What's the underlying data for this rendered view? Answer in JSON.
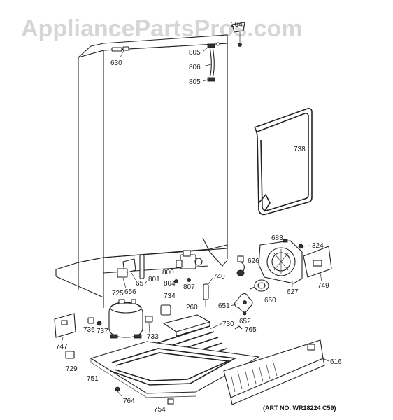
{
  "watermark": "AppliancePartsPros.com",
  "art_number": "(ART NO. WR18224 C59)",
  "callouts": {
    "c264": "264",
    "c630": "630",
    "c805a": "805",
    "c806": "806",
    "c805b": "805",
    "c738": "738",
    "c683": "683",
    "c324": "324",
    "c626": "626",
    "c749": "749",
    "c627": "627",
    "c650": "650",
    "c651": "651",
    "c652": "652",
    "c765": "765",
    "c740": "740",
    "c800": "800",
    "c804": "804",
    "c807": "807",
    "c801": "801",
    "c657": "657",
    "c656": "656",
    "c725": "725",
    "c734": "734",
    "c260": "260",
    "c730": "730",
    "c733": "733",
    "c736": "736",
    "c737": "737",
    "c747": "747",
    "c729": "729",
    "c751": "751",
    "c764": "764",
    "c754": "754",
    "c616": "616"
  }
}
